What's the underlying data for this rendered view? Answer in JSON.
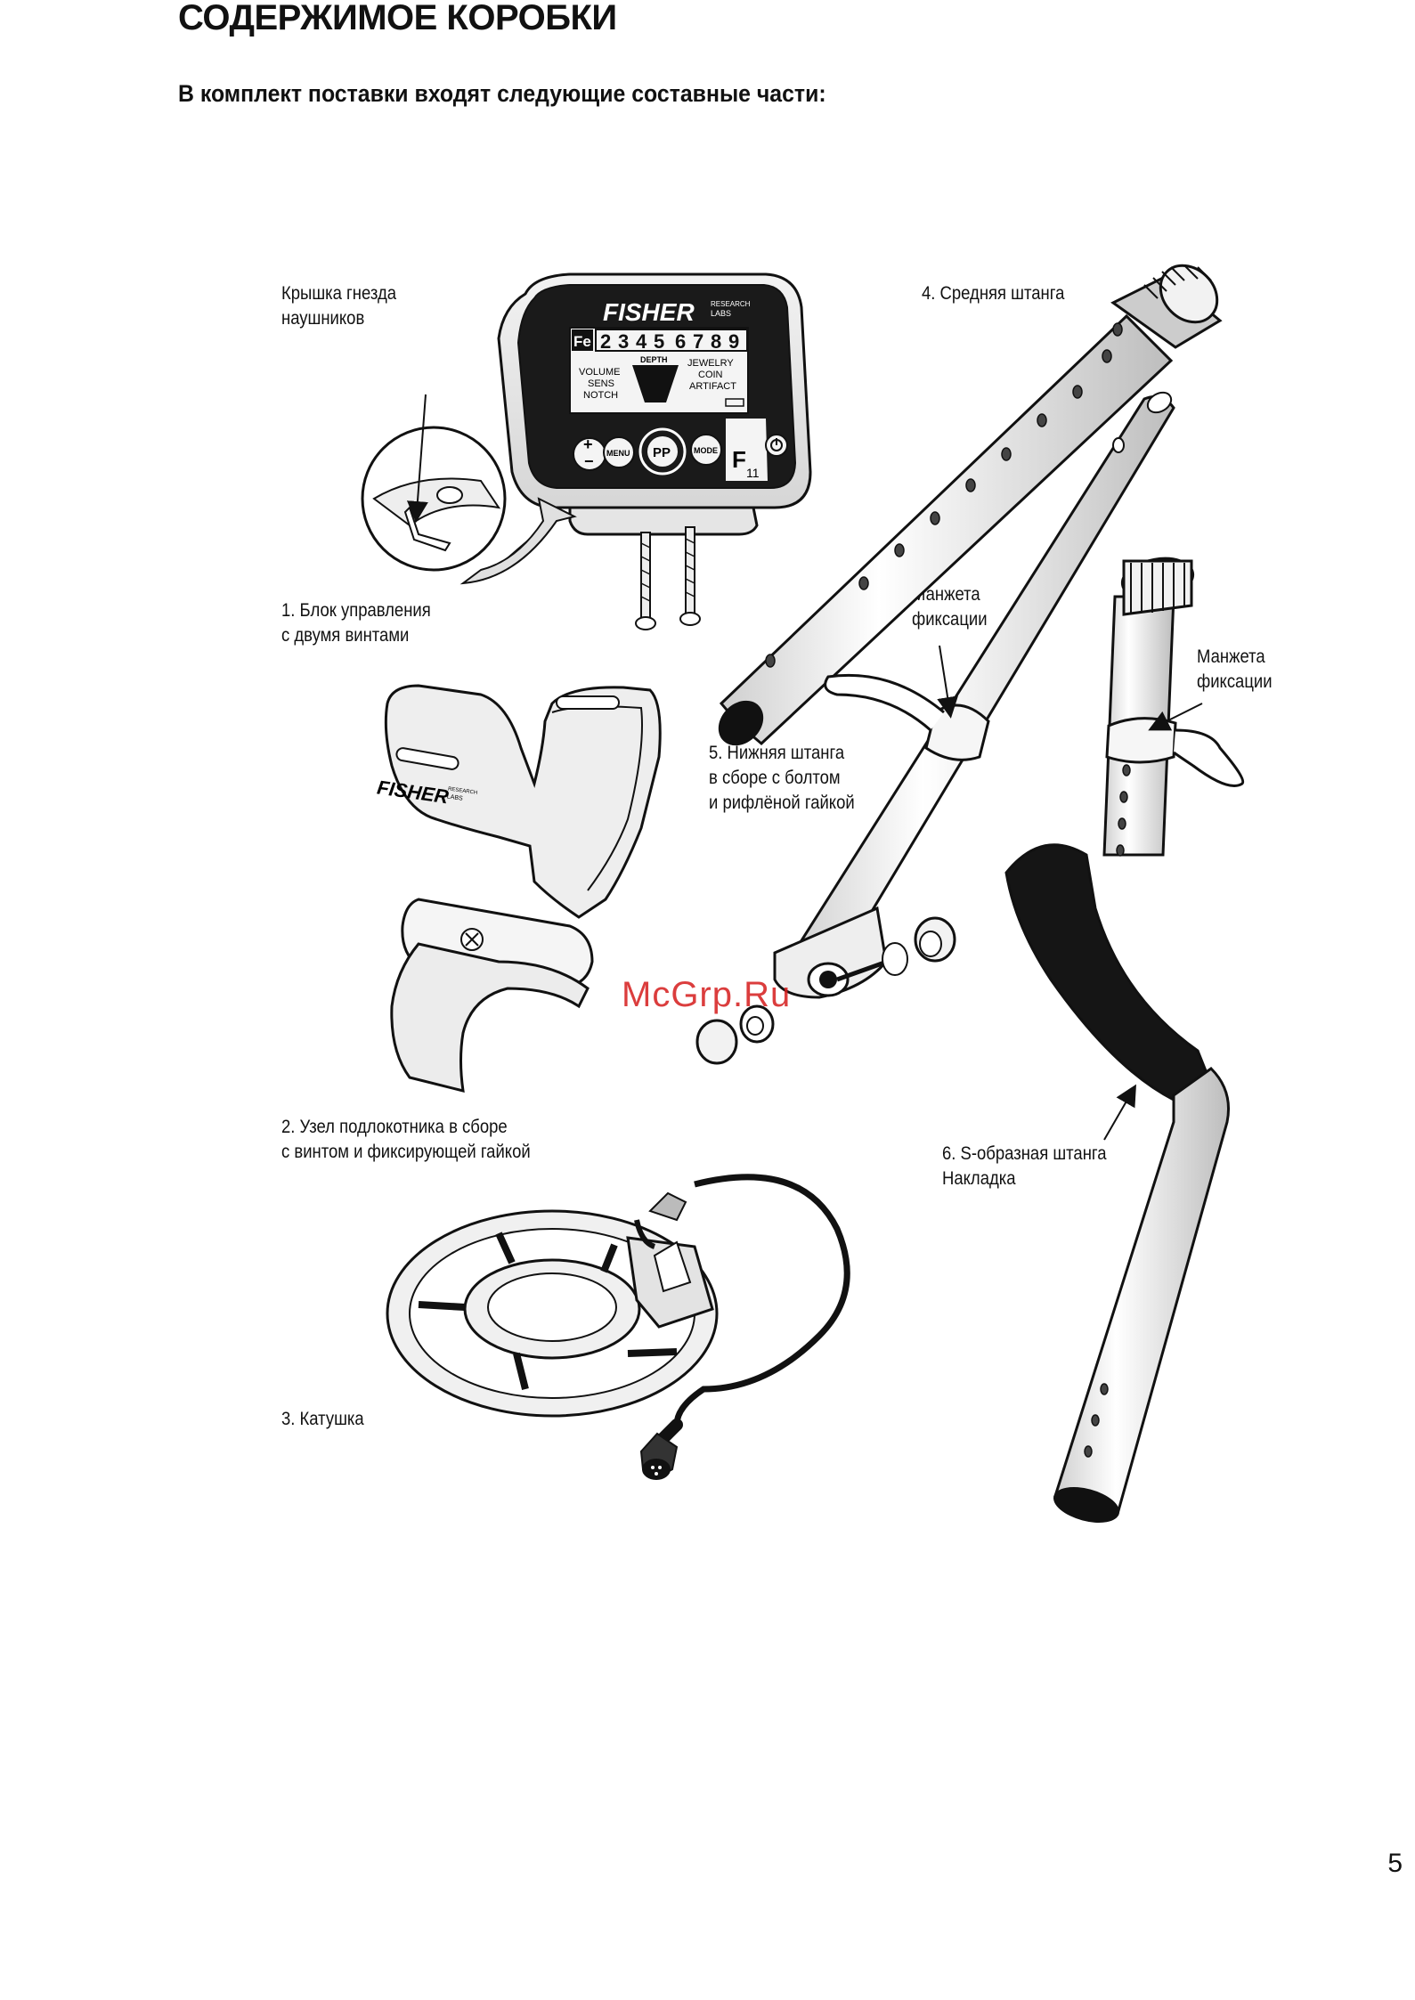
{
  "page": {
    "title": "СОДЕРЖИМОЕ КОРОБКИ",
    "subtitle": "В комплект поставки входят следующие составные части:",
    "page_number": "5",
    "watermark": "McGrp.Ru"
  },
  "labels": {
    "headphone_cover": [
      "Крышка гнезда",
      "наушников"
    ],
    "control_box": [
      "1. Блок управления",
      "с двумя винтами"
    ],
    "armrest": [
      "2. Узел подлокотника в сборе",
      "с винтом и фиксирующей гайкой"
    ],
    "coil": [
      "3. Катушка"
    ],
    "middle_rod": [
      "4. Средняя штанга"
    ],
    "lower_rod": [
      "5. Нижняя штанга",
      "в сборе с болтом",
      "и рифлёной гайкой"
    ],
    "s_rod": [
      "6. S-образная штанга",
      "Накладка"
    ],
    "cuff_lock_1": [
      "Манжета",
      "фиксации"
    ],
    "cuff_lock_2": [
      "Манжета",
      "фиксации"
    ]
  },
  "device": {
    "brand": "FISHER",
    "brand_sub_1": "RESEARCH",
    "brand_sub_2": "LABS",
    "fe_label": "Fe",
    "digits": [
      "2",
      "3",
      "4",
      "5",
      "6",
      "7",
      "8",
      "9"
    ],
    "depth_label": "DEPTH",
    "left_menu": [
      "VOLUME",
      "SENS",
      "NOTCH"
    ],
    "right_menu": [
      "JEWELRY",
      "COIN",
      "ARTIFACT"
    ],
    "buttons": {
      "plus": "+",
      "minus": "−",
      "menu": "MENU",
      "pp": "PP",
      "mode": "MODE"
    },
    "model": "F",
    "model_num": "11",
    "armrest_brand": "FISHER",
    "armrest_sub_1": "RESEARCH",
    "armrest_sub_2": "LABS"
  },
  "colors": {
    "watermark": "#d51c1c",
    "device_dark": "#1a1a1a",
    "lcd": "#f4f4f4",
    "foam_grip": "#151515"
  }
}
